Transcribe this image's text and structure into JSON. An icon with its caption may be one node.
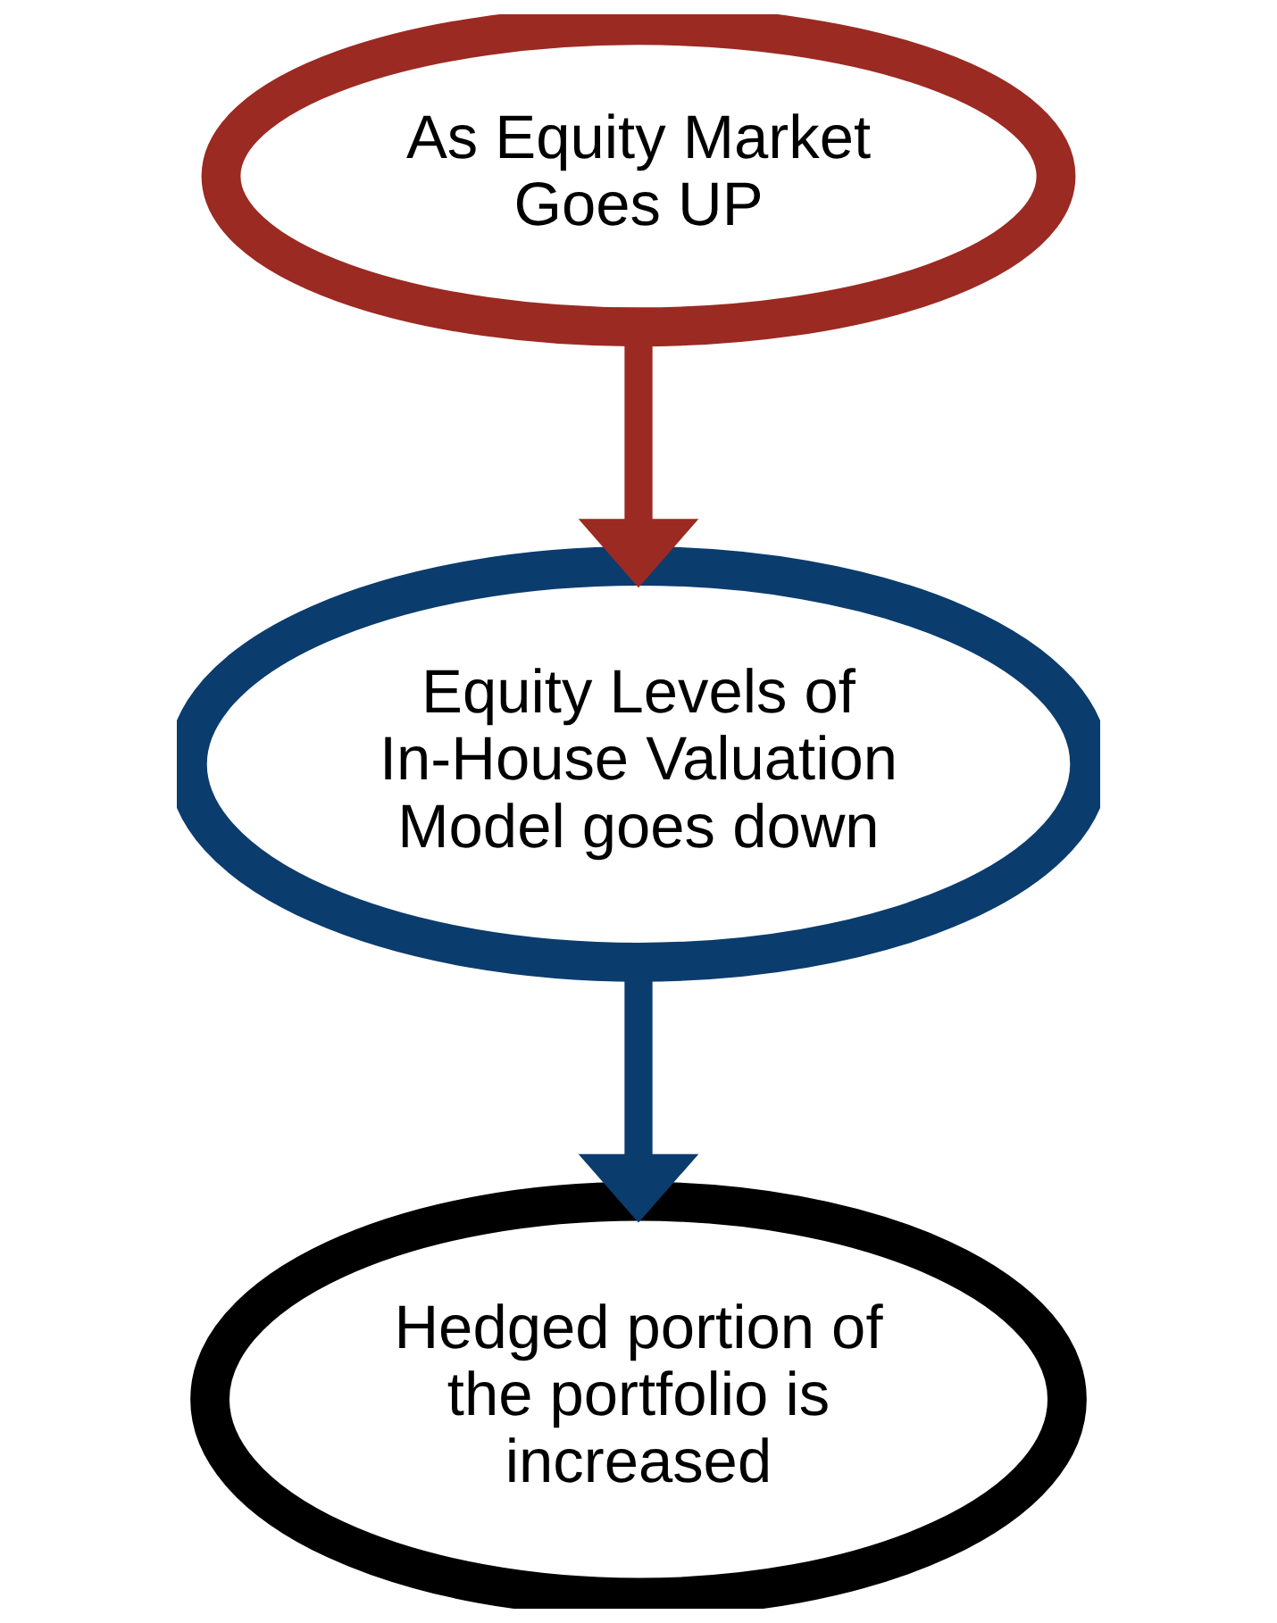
{
  "diagram": {
    "nodes": [
      {
        "text": [
          "As Equity Market Goes UP"
        ]
      },
      {
        "text": [
          "Equity Levels of In-House Valuation Model goes down"
        ]
      },
      {
        "text": [
          "Hedged portion of the portfolio is increased"
        ]
      }
    ],
    "edges": [
      {
        "from": 0,
        "to": 1,
        "arrow": "to",
        "color": "#9b2a22"
      },
      {
        "from": 1,
        "to": 2,
        "arrow": "to",
        "color": "#0b3c6e"
      }
    ]
  }
}
